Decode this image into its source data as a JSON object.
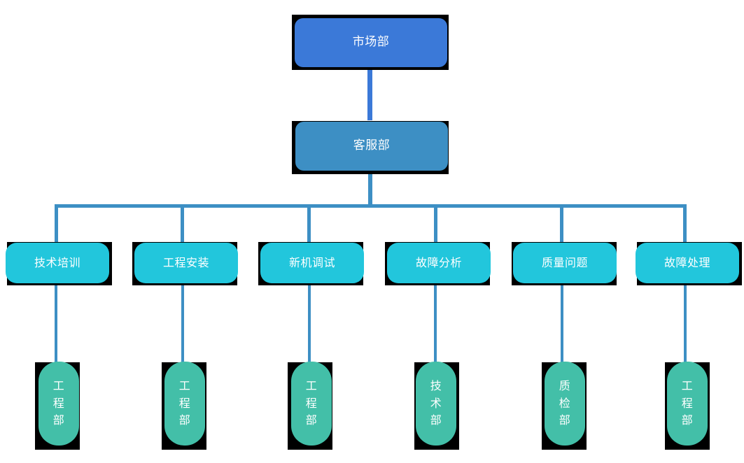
{
  "diagram": {
    "type": "organization-chart",
    "title": "",
    "background_color": "#ffffff",
    "colors": {
      "level1": "#3b79d8",
      "level2": "#3d8fc4",
      "level3": "#22c6dc",
      "level4": "#43bfa8",
      "connector": "#3d8fc4",
      "connector_top": "#3b79d8",
      "shadow": "#000000",
      "text": "#ffffff"
    },
    "levels": {
      "level1": {
        "node": {
          "label": "市场部"
        }
      },
      "level2": {
        "node": {
          "label": "客服部"
        }
      },
      "level3": {
        "nodes": [
          {
            "label": "技术培训"
          },
          {
            "label": "工程安装"
          },
          {
            "label": "新机调试"
          },
          {
            "label": "故障分析"
          },
          {
            "label": "质量问题"
          },
          {
            "label": "故障处理"
          }
        ]
      },
      "level4": {
        "nodes": [
          {
            "label": "工程部",
            "chars": [
              "工",
              "程",
              "部"
            ]
          },
          {
            "label": "工程部",
            "chars": [
              "工",
              "程",
              "部"
            ]
          },
          {
            "label": "工程部",
            "chars": [
              "工",
              "程",
              "部"
            ]
          },
          {
            "label": "技术部",
            "chars": [
              "技",
              "术",
              "部"
            ]
          },
          {
            "label": "质检部",
            "chars": [
              "质",
              "检",
              "部"
            ]
          },
          {
            "label": "工程部",
            "chars": [
              "工",
              "程",
              "部"
            ]
          }
        ]
      }
    }
  }
}
